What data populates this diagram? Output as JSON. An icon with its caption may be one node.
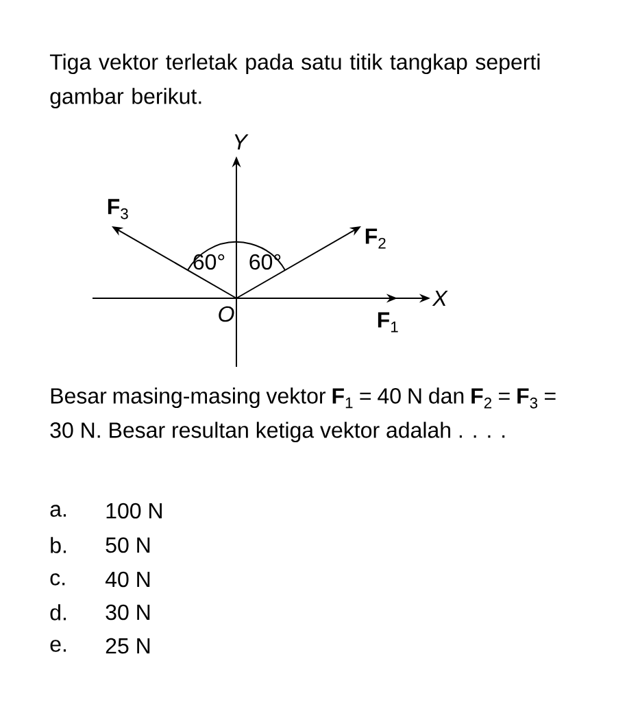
{
  "diagram": {
    "labels": [
      "Tiga vektor terletak pada satu titik tangkap seperti gambar berikut.",
      "Y",
      "**F**$_{3}$",
      "**F**$_{2}$",
      "60°",
      "60°",
      "O",
      "X",
      "**F**$_{1}$",
      "Besar masing-masing vektor **F**$_{1}$ = 40 N dan **F**$_{2}$ = **F**$_{3}$ = 30 N. Besar resultan ketiga vektor adalah . . . .",
      "a.",
      "100 N",
      "b.",
      "50 N",
      "c.",
      "40 N",
      "d.",
      "30 N",
      "e.",
      "25 N"
    ]
  }
}
